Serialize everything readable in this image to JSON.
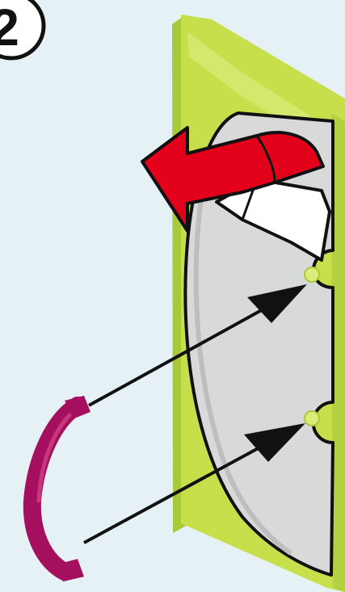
{
  "step": {
    "number": "2"
  },
  "colors": {
    "background": "#e6f1f6",
    "panel": "#c6df4b",
    "panel_dark": "#a9c93a",
    "panel_highlight": "#dceb7a",
    "disc": "#d8dada",
    "disc_edge": "#bdbebe",
    "arrow_red": "#e3001b",
    "ring_magenta": "#a4105e",
    "pointer_arrow": "#111111",
    "outline": "#111111"
  },
  "icons": {
    "step_badge": "circled-number",
    "removal_arrow": "curved-arrow-left-icon",
    "pointer_arrows": "arrow-icon",
    "clip_part": "magenta-ring-clip",
    "target_points": "mounting-hole-icon"
  }
}
